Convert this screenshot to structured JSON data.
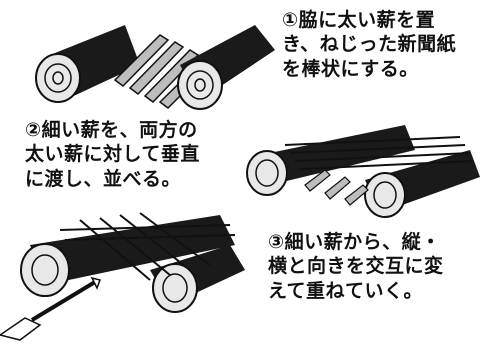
{
  "step1": {
    "lines": [
      "①脇に太い薪を置",
      "き、ねじった新聞紙",
      "を棒状にする。"
    ]
  },
  "step2": {
    "lines": [
      "②細い薪を、両方の",
      "太い薪に対して垂直",
      "に渡し、並べる。"
    ]
  },
  "step3": {
    "lines": [
      "③細い薪から、縦・",
      "横と向きを交互に変",
      "えて重ねていく。"
    ]
  },
  "colors": {
    "ink": "#111111",
    "log_dark": "#1a1a1a",
    "log_end": "#e8e8e8",
    "paper": "#bdbdbd"
  }
}
